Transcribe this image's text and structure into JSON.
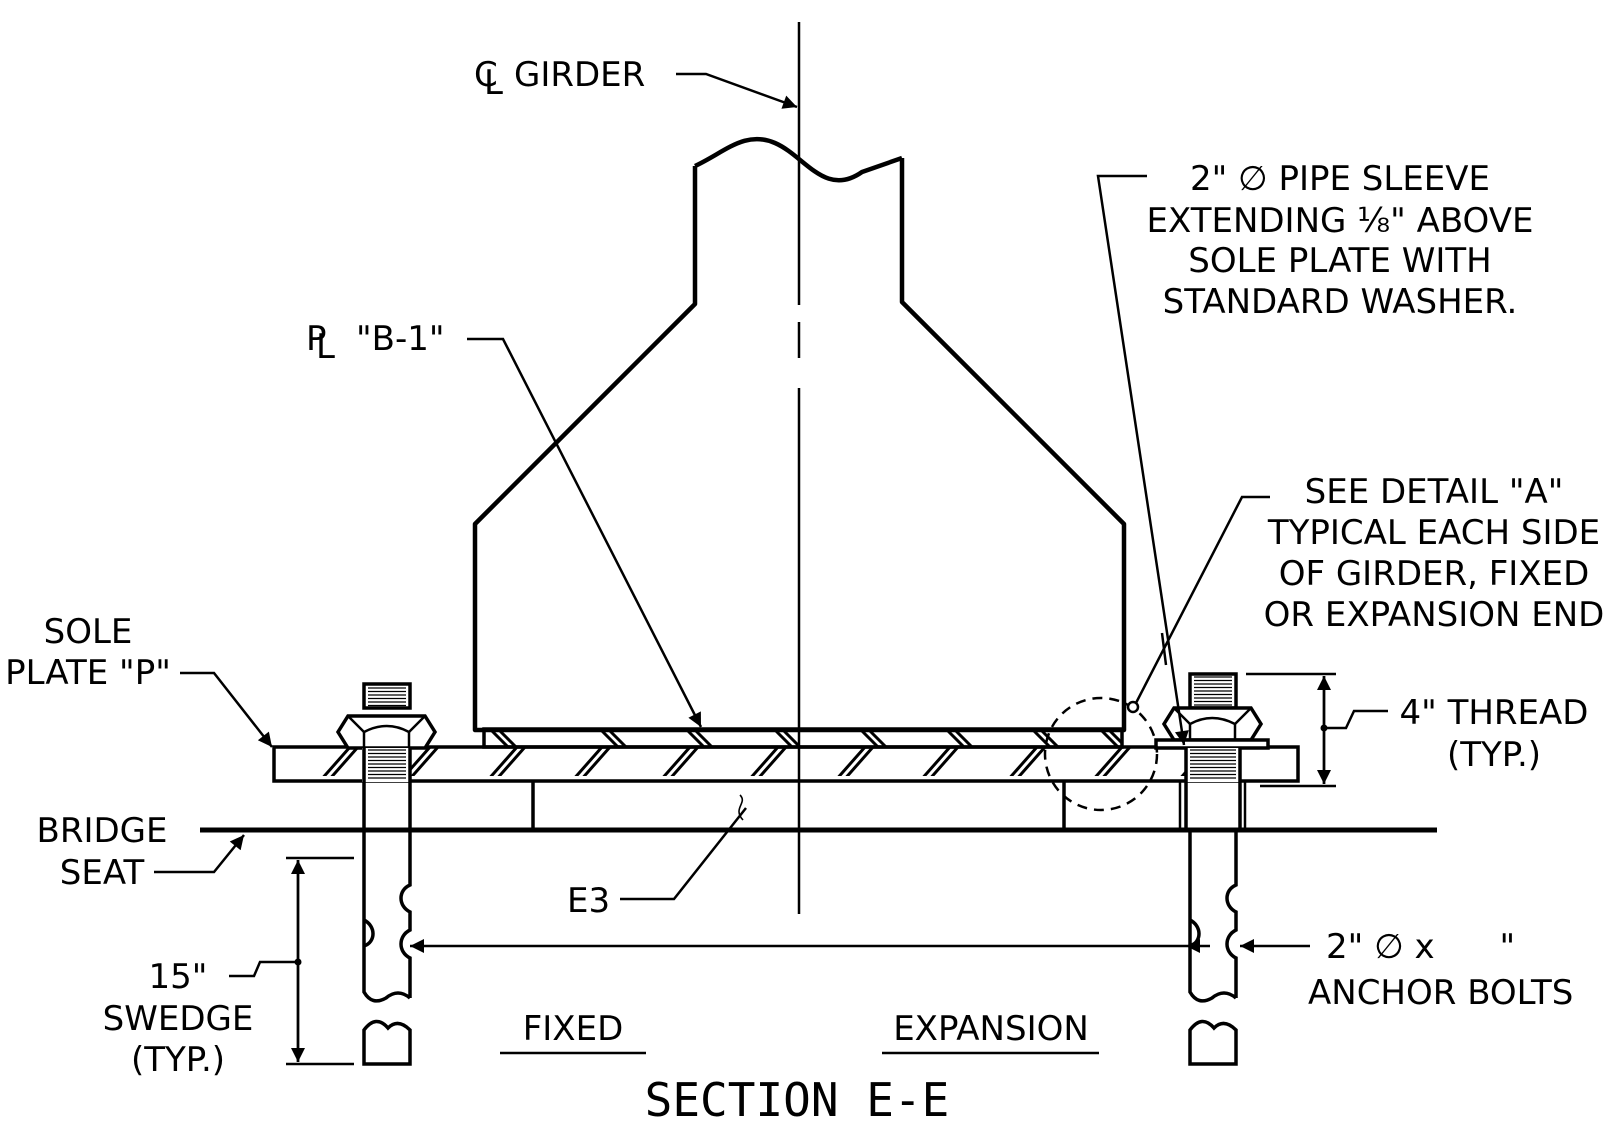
{
  "title": "SECTION E-E",
  "labels": {
    "girder_cl_symbol": "C",
    "girder_cl_sub": "L",
    "girder": "GIRDER",
    "plate_symbol": "P",
    "plate_sub": "L",
    "plate_b1": "\"B-1\"",
    "pipe_sleeve": [
      "2\" ∅ PIPE SLEEVE",
      "EXTENDING ⅛\" ABOVE",
      "SOLE PLATE WITH",
      "STANDARD WASHER."
    ],
    "see_detail": [
      "SEE DETAIL \"A\"",
      "TYPICAL EACH SIDE",
      "OF GIRDER, FIXED",
      "OR EXPANSION END"
    ],
    "sole_plate": [
      "SOLE",
      "PLATE \"P\""
    ],
    "thread": [
      "4\" THREAD",
      "(TYP.)"
    ],
    "bridge_seat": [
      "BRIDGE",
      "SEAT"
    ],
    "e3": "E3",
    "anchor_bolts": [
      "2\" ∅ x      \"",
      "ANCHOR BOLTS"
    ],
    "swedge": [
      "15\"",
      "SWEDGE",
      "(TYP.)"
    ],
    "fixed": "FIXED",
    "expansion": "EXPANSION"
  }
}
